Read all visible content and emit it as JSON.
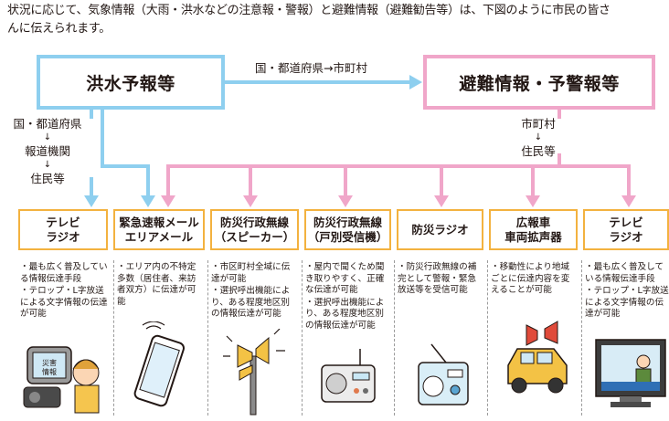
{
  "intro": {
    "text": "状況に応じて、気象情報（大雨・洪水などの注意報・警報）と避難情報（避難勧告等）は、下図のように市民の皆さ\nんに伝えられます。"
  },
  "diagram": {
    "flood_box": "洪水予報等",
    "evac_box": "避難情報・予警報等",
    "top_route": "国・都道府県→市町村",
    "left_chain": [
      "国・都道府県",
      "報道機関",
      "住民等"
    ],
    "right_chain": [
      "市町村",
      "住民等"
    ],
    "chain_arrow": "↓",
    "colors": {
      "blue": "#8ecfef",
      "pink": "#f0a6c9",
      "orange": "#f3b23f"
    }
  },
  "media": [
    {
      "title": [
        "テレビ",
        "ラジオ"
      ],
      "desc": [
        "・最も広く普及している情報伝達手段",
        "・テロップ・L字放送による文字情報の伝達が可能"
      ],
      "icon": "tv-radio-icon"
    },
    {
      "title": [
        "緊急速報メール",
        "エリアメール"
      ],
      "desc": [
        "・エリア内の不特定多数（居住者、来訪者双方）に伝達が可能"
      ],
      "icon": "smartphone-icon"
    },
    {
      "title": [
        "防災行政無線",
        "（スピーカー）"
      ],
      "desc": [
        "・市区町村全域に伝達が可能",
        "・選択呼出機能により、ある程度地区別の情報伝達が可能"
      ],
      "icon": "speaker-pole-icon"
    },
    {
      "title": [
        "防災行政無線",
        "（戸別受信機）"
      ],
      "desc": [
        "・屋内で聞くため聞き取りやすく、正確な伝達が可能",
        "・選択呼出機能により、ある程度地区別の情報伝達が可能"
      ],
      "icon": "home-receiver-icon"
    },
    {
      "title": [
        "防災ラジオ"
      ],
      "desc": [
        "・防災行政無線の補完として警報・緊急放送等を受信可能"
      ],
      "icon": "radio-icon"
    },
    {
      "title": [
        "広報車",
        "車両拡声器"
      ],
      "desc": [
        "・移動性により地域ごとに伝達内容を変えることが可能"
      ],
      "icon": "pa-car-icon"
    },
    {
      "title": [
        "テレビ",
        "ラジオ"
      ],
      "desc": [
        "・最も広く普及している情報伝達手段",
        "・テロップ・L字放送による文字情報の伝達が可能"
      ],
      "icon": "television-icon"
    }
  ],
  "illustration_text": {
    "tv_caption": [
      "災害",
      "情報"
    ]
  }
}
